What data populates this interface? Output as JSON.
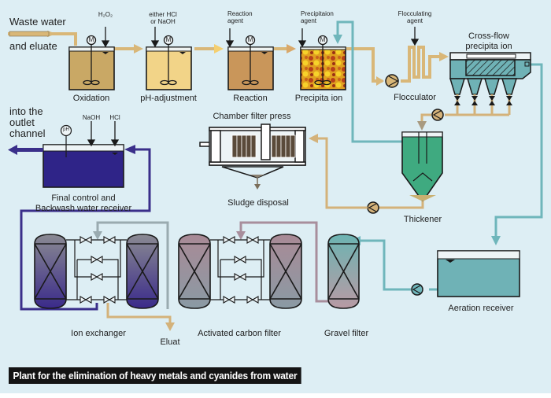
{
  "title": "Plant for the elimination of heavy metals and cyanides from water",
  "inlet": {
    "line1": "Waste water",
    "line2": "and eluate"
  },
  "tanks": [
    {
      "name": "Oxidation",
      "reagent": "H₂O₂",
      "fill": "#c9a865"
    },
    {
      "name": "pH-adjustment",
      "reagent_line1": "either HCl",
      "reagent_line2": "or NaOH",
      "fill": "#f2d488"
    },
    {
      "name": "Reaction",
      "reagent_line1": "Reaction",
      "reagent_line2": "agent",
      "fill": "#c9965a"
    },
    {
      "name": "Precipita ion",
      "reagent_line1": "Precipitaion",
      "reagent_line2": "agent",
      "fill": "#d98a1e"
    }
  ],
  "motor_symbol": "M",
  "flocculator": {
    "name": "Flocculator",
    "reagent_line1": "Flocculating",
    "reagent_line2": "agent"
  },
  "cross_flow": {
    "line1": "Cross-flow",
    "line2": "precipita ion"
  },
  "thickener": {
    "name": "Thickener"
  },
  "filter_press": {
    "name": "Chamber filter press",
    "output": "Sludge disposal"
  },
  "final_control": {
    "outlet_line1": "into the",
    "outlet_line2": "outlet",
    "outlet_line3": "channel",
    "ph_symbol": "pH",
    "reagent_a": "NaOH",
    "reagent_b": "HCl",
    "line1": "Final control and",
    "line2": "Backwash water receiver"
  },
  "ion_exchanger": {
    "name": "Ion exchanger",
    "output": "Eluat"
  },
  "carbon_filter": {
    "name": "Activated carbon filter"
  },
  "gravel_filter": {
    "name": "Gravel filter"
  },
  "aeration": {
    "name": "Aeration receiver"
  },
  "colors": {
    "background": "#ddeef4",
    "process_line": "#d9b778",
    "sludge_line": "#d4b27a",
    "water_line": "#6fb6bb",
    "backwash_line": "#3a2f8a",
    "gray_line": "#9aabb0",
    "mauve_line": "#a88e9c",
    "outline": "#1a1a1a"
  }
}
